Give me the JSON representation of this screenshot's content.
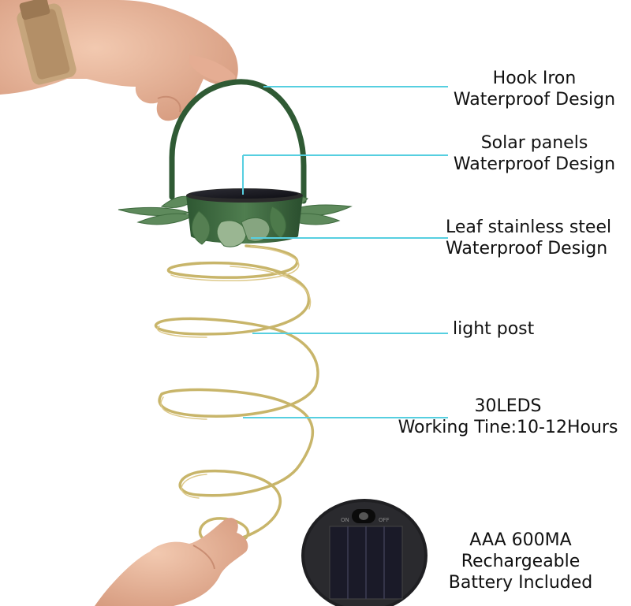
{
  "callouts": {
    "hook": {
      "line1": "Hook Iron",
      "line2": "Waterproof Design"
    },
    "solar": {
      "line1": "Solar panels",
      "line2": "Waterproof Design"
    },
    "leaf": {
      "line1": "Leaf stainless steel",
      "line2": "Waterproof Design"
    },
    "post": {
      "line1": "light post"
    },
    "leds": {
      "line1": "30LEDS",
      "line2": "Working Tine:10-12Hours"
    },
    "battery": {
      "line1": "AAA 600MA",
      "line2": "Rechargeable",
      "line3": "Battery Included"
    }
  },
  "inset_labels": {
    "on": "ON",
    "off": "OFF"
  },
  "colors": {
    "callout_line": "#56cfe0",
    "metal_green": "#2f5a34",
    "leaf_green": "#5e8a5c",
    "wire_gold": "#c8b56a",
    "skin": "#e8b89c"
  }
}
